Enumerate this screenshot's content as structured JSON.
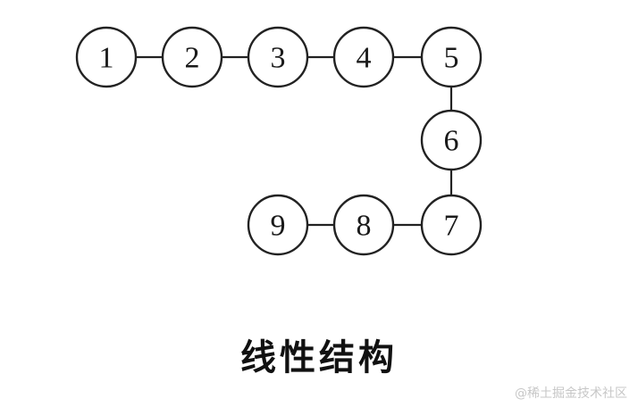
{
  "diagram": {
    "nodes": [
      {
        "id": "n1",
        "label": "1"
      },
      {
        "id": "n2",
        "label": "2"
      },
      {
        "id": "n3",
        "label": "3"
      },
      {
        "id": "n4",
        "label": "4"
      },
      {
        "id": "n5",
        "label": "5"
      },
      {
        "id": "n6",
        "label": "6"
      },
      {
        "id": "n7",
        "label": "7"
      },
      {
        "id": "n8",
        "label": "8"
      },
      {
        "id": "n9",
        "label": "9"
      }
    ],
    "edges": [
      [
        "n1",
        "n2"
      ],
      [
        "n2",
        "n3"
      ],
      [
        "n3",
        "n4"
      ],
      [
        "n4",
        "n5"
      ],
      [
        "n5",
        "n6"
      ],
      [
        "n6",
        "n7"
      ],
      [
        "n7",
        "n8"
      ],
      [
        "n8",
        "n9"
      ]
    ]
  },
  "caption": "线性结构",
  "watermark": "@稀土掘金技术社区"
}
